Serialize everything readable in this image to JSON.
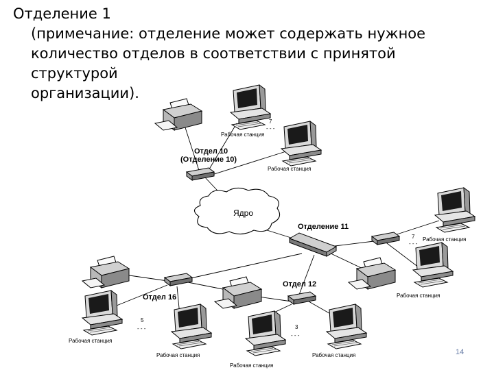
{
  "heading": {
    "title": "Отделение 1",
    "note_line1": "(примечание: отделение может содержать нужное",
    "note_line2": "количество отделов в соответствии с принятой структурой",
    "note_line3": "организации)."
  },
  "diagram": {
    "core_label": "Ядро",
    "labels": {
      "otdel10": "Отдел 10",
      "otdelenie10": "(Отделение 10)",
      "otdelenie11": "Отделение 11",
      "otdel12": "Отдел 12",
      "otdel16": "Отдел 16"
    },
    "workstation_label": "Рабочая станция",
    "counts": {
      "top": "7",
      "right": "7",
      "left": "5",
      "bottom": "3"
    },
    "dots": "- - -"
  },
  "page_number": "14"
}
